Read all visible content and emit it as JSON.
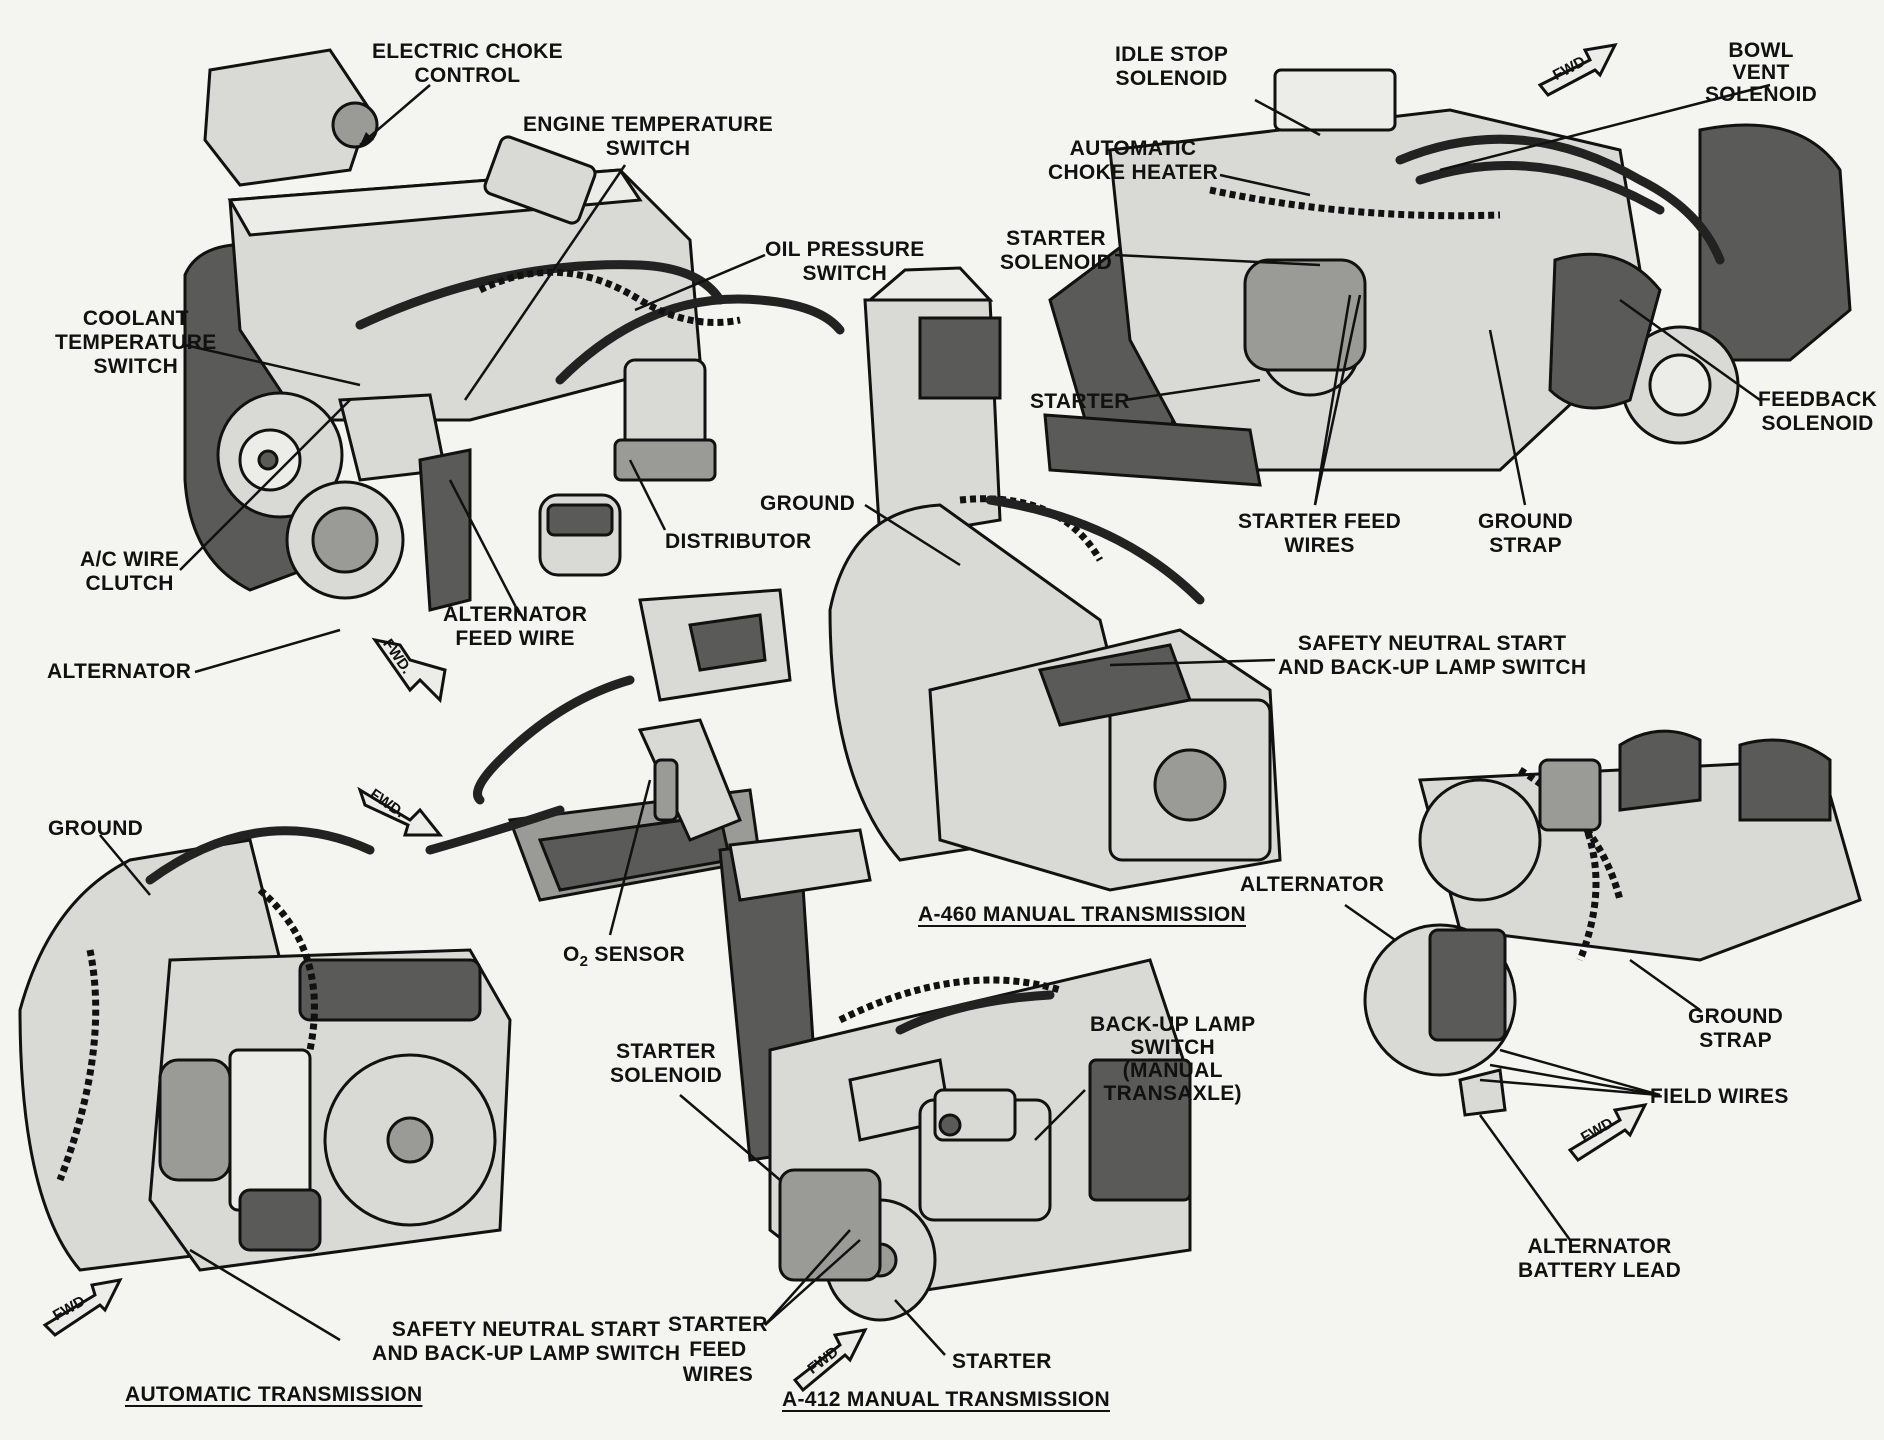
{
  "figures": {
    "engine_top_left": {
      "electric_choke_control": [
        "ELECTRIC CHOKE",
        "CONTROL"
      ],
      "engine_temperature_switch": [
        "ENGINE TEMPERATURE",
        "SWITCH"
      ],
      "oil_pressure_switch": [
        "OIL PRESSURE",
        "SWITCH"
      ],
      "coolant_temperature_switch": [
        "COOLANT",
        "TEMPERATURE",
        "SWITCH"
      ],
      "distributor": "DISTRIBUTOR",
      "ac_wire_clutch": [
        "A/C WIRE",
        "CLUTCH"
      ],
      "alternator_feed_wire": [
        "ALTERNATOR",
        "FEED WIRE"
      ],
      "alternator": "ALTERNATOR",
      "fwd": "FWD."
    },
    "engine_top_right": {
      "idle_stop_solenoid": [
        "IDLE STOP",
        "SOLENOID"
      ],
      "bowl_vent_solenoid": [
        "BOWL",
        "VENT",
        "SOLENOID"
      ],
      "automatic_choke_heater": [
        "AUTOMATIC",
        "CHOKE HEATER"
      ],
      "starter_solenoid": [
        "STARTER",
        "SOLENOID"
      ],
      "starter": "STARTER",
      "feedback_solenoid": [
        "FEEDBACK",
        "SOLENOID"
      ],
      "starter_feed_wires": [
        "STARTER FEED",
        "WIRES"
      ],
      "ground_strap": [
        "GROUND",
        "STRAP"
      ],
      "fwd": "FWD"
    },
    "a460": {
      "ground": "GROUND",
      "safety_switch": [
        "SAFETY NEUTRAL START",
        "AND BACK-UP LAMP SWITCH"
      ],
      "caption": "A-460 MANUAL TRANSMISSION"
    },
    "o2": {
      "o2_sensor_prefix": "O",
      "o2_sensor_sub": "2",
      "o2_sensor_suffix": " SENSOR",
      "fwd": "FWD."
    },
    "automatic": {
      "ground": "GROUND",
      "safety_switch": [
        "SAFETY NEUTRAL START",
        "AND BACK-UP LAMP SWITCH"
      ],
      "caption": "AUTOMATIC TRANSMISSION",
      "fwd": "FWD"
    },
    "a412": {
      "starter_solenoid": [
        "STARTER",
        "SOLENOID"
      ],
      "backup_lamp_switch": [
        "BACK-UP LAMP",
        "SWITCH",
        "(MANUAL",
        "TRANSAXLE)"
      ],
      "starter_feed_wires": [
        "STARTER",
        "FEED",
        "WIRES"
      ],
      "starter": "STARTER",
      "caption": "A-412 MANUAL TRANSMISSION",
      "fwd": "FWD"
    },
    "alternator_right": {
      "alternator": "ALTERNATOR",
      "ground_strap": [
        "GROUND",
        "STRAP"
      ],
      "field_wires": "FIELD WIRES",
      "battery_lead": [
        "ALTERNATOR",
        "BATTERY LEAD"
      ],
      "fwd": "FWD"
    }
  }
}
